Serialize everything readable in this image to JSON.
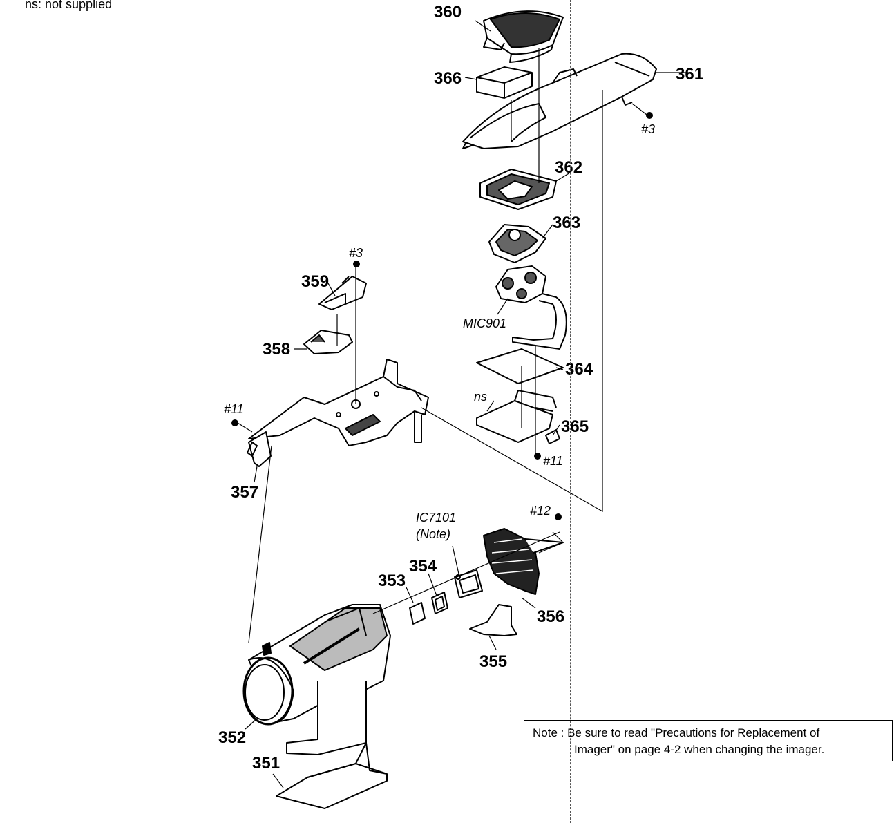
{
  "legend": {
    "ns_text": "ns: not supplied"
  },
  "parts": {
    "p351": "351",
    "p352": "352",
    "p353": "353",
    "p354": "354",
    "p355": "355",
    "p356": "356",
    "p357": "357",
    "p358": "358",
    "p359": "359",
    "p360": "360",
    "p361": "361",
    "p362": "362",
    "p363": "363",
    "p364": "364",
    "p365": "365",
    "p366": "366"
  },
  "screws": {
    "s3a": "#3",
    "s3b": "#3",
    "s11a": "#11",
    "s11b": "#11",
    "s12": "#12"
  },
  "refs": {
    "mic901": "MIC901",
    "ns": "ns",
    "ic7101": "IC7101",
    "ic_note": "(Note)"
  },
  "note": {
    "line1": "Note : Be sure to read \"Precautions for Replacement of",
    "line2": "Imager\" on page 4-2 when changing the imager."
  }
}
